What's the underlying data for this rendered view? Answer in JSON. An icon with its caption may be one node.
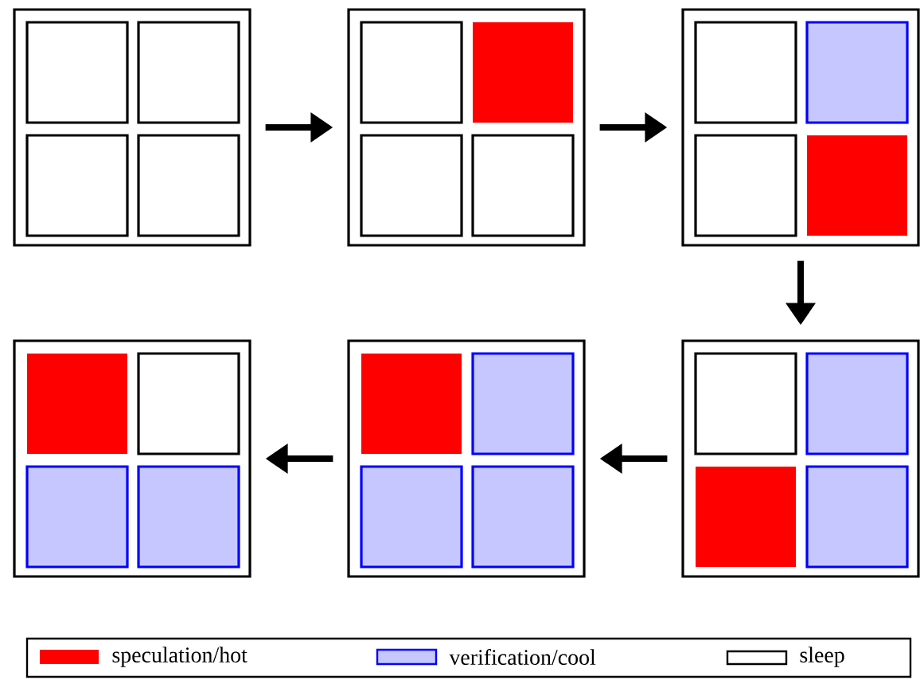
{
  "diagram": {
    "nodes": [
      {
        "text": [],
        "shape": "box"
      },
      {
        "text": [],
        "shape": "box"
      },
      {
        "text": [],
        "shape": "box"
      },
      {
        "text": [],
        "shape": "box"
      },
      {
        "text": [],
        "shape": "box"
      },
      {
        "text": [],
        "shape": "box"
      },
      {
        "text": [],
        "shape": "box",
        "in": 0
      },
      {
        "text": [],
        "shape": "box",
        "in": 0
      },
      {
        "text": [],
        "shape": "box",
        "in": 0
      },
      {
        "text": [],
        "shape": "box",
        "in": 0
      },
      {
        "text": [],
        "shape": "box",
        "in": 1
      },
      {
        "text": [],
        "shape": "box",
        "in": 1
      },
      {
        "text": [],
        "shape": "box",
        "in": 1
      },
      {
        "text": [],
        "shape": "box",
        "in": 1
      },
      {
        "text": [],
        "shape": "box",
        "in": 2
      },
      {
        "text": [],
        "shape": "box",
        "in": 2
      },
      {
        "text": [],
        "shape": "box",
        "in": 2
      },
      {
        "text": [],
        "shape": "box",
        "in": 2
      },
      {
        "text": [],
        "shape": "box",
        "in": 3
      },
      {
        "text": [],
        "shape": "box",
        "in": 3
      },
      {
        "text": [],
        "shape": "box",
        "in": 3
      },
      {
        "text": [],
        "shape": "box",
        "in": 3
      },
      {
        "text": [],
        "shape": "box",
        "in": 4
      },
      {
        "text": [],
        "shape": "box",
        "in": 4
      },
      {
        "text": [],
        "shape": "box",
        "in": 4
      },
      {
        "text": [],
        "shape": "box",
        "in": 4
      },
      {
        "text": [],
        "shape": "box",
        "in": 5
      },
      {
        "text": [],
        "shape": "box",
        "in": 5
      },
      {
        "text": [],
        "shape": "box",
        "in": 5
      },
      {
        "text": [],
        "shape": "box",
        "in": 5
      }
    ],
    "edges": [
      {
        "from": 0,
        "to": 1,
        "arrow": "to"
      },
      {
        "from": 1,
        "to": 2,
        "arrow": "to"
      },
      {
        "from": 2,
        "to": 5,
        "arrow": "to"
      },
      {
        "from": 5,
        "to": 4,
        "arrow": "to"
      },
      {
        "from": 4,
        "to": 3,
        "arrow": "to"
      }
    ],
    "legend": [
      {
        "text": "speculation/hot",
        "color": "#ff0000"
      },
      {
        "text": "verification/cool",
        "color": "#0000ff"
      },
      {
        "text": "sleep"
      }
    ]
  }
}
